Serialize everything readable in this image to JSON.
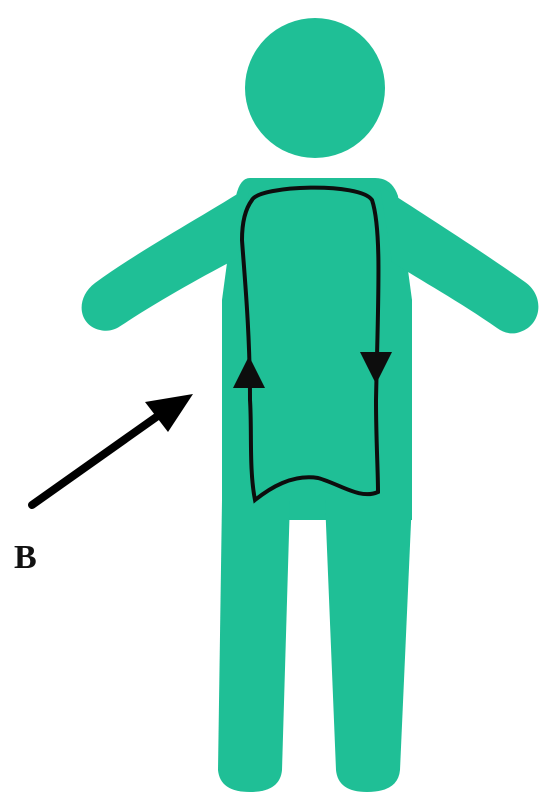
{
  "diagram": {
    "pointer_label": "B",
    "colors": {
      "figure_fill": "#1FBF96",
      "loop_stroke": "#0d0d0d",
      "arrow": "#000000",
      "label": "#111111",
      "background": "#ffffff"
    },
    "loop_arrows": {
      "left": "up",
      "right": "down"
    }
  }
}
